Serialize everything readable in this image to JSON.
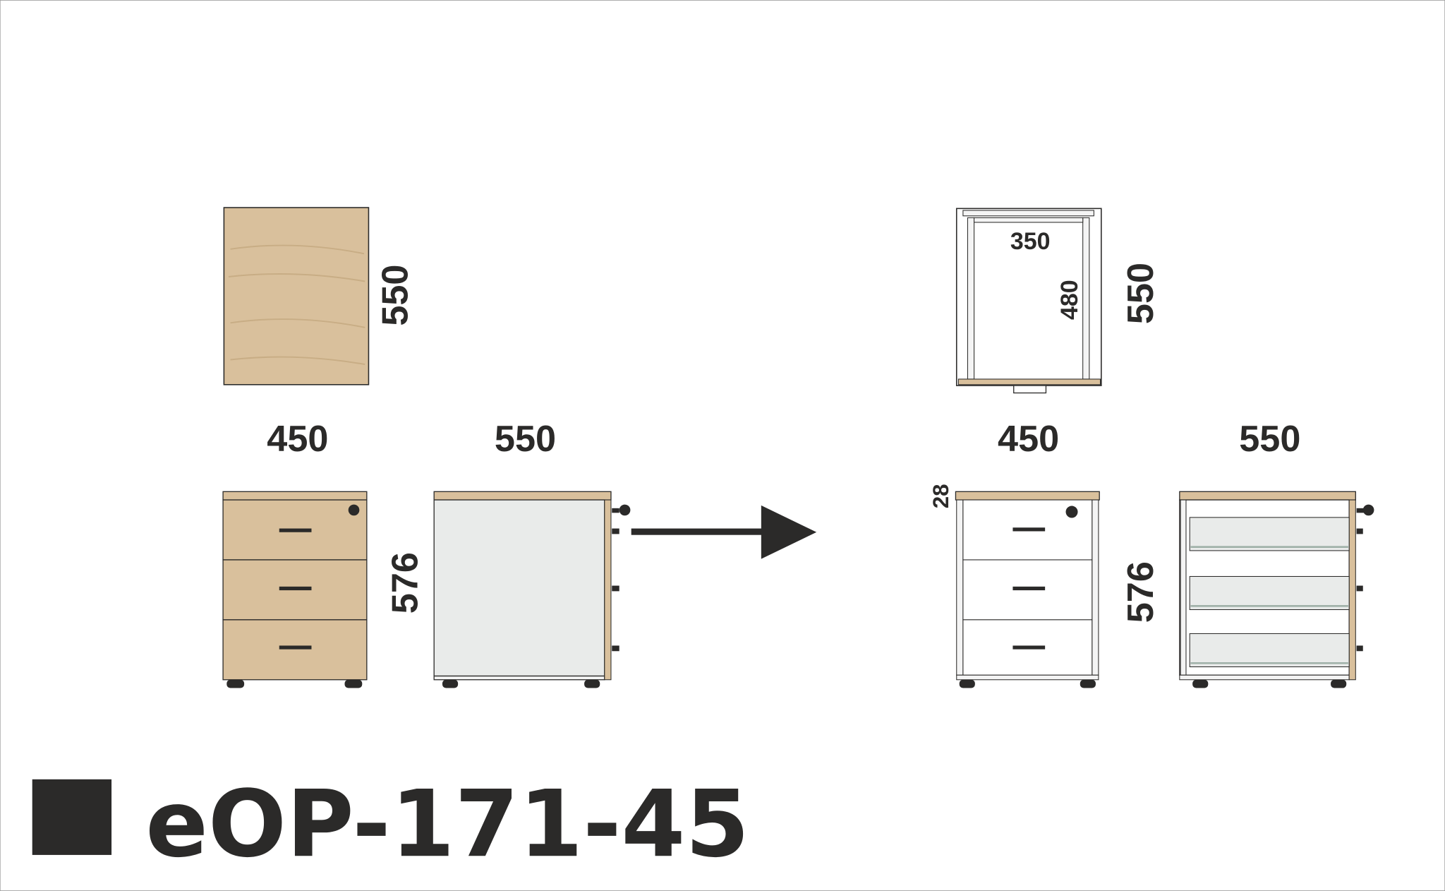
{
  "colors": {
    "ink": "#2b2a29",
    "oak": "#d9c09c",
    "panel": "#e9ebea",
    "frame": "#f4f4f4"
  },
  "left_set": {
    "top_view": {
      "depth": "550"
    },
    "front_view": {
      "width": "450",
      "height": "576"
    },
    "side_view": {
      "depth": "550"
    }
  },
  "right_set": {
    "top_view": {
      "inner_width": "350",
      "inner_depth": "480",
      "depth": "550"
    },
    "front_view": {
      "width": "450",
      "height": "576",
      "top_thickness": "28"
    },
    "side_view": {
      "depth": "550"
    }
  },
  "product": {
    "code": "eOP-171-45"
  }
}
